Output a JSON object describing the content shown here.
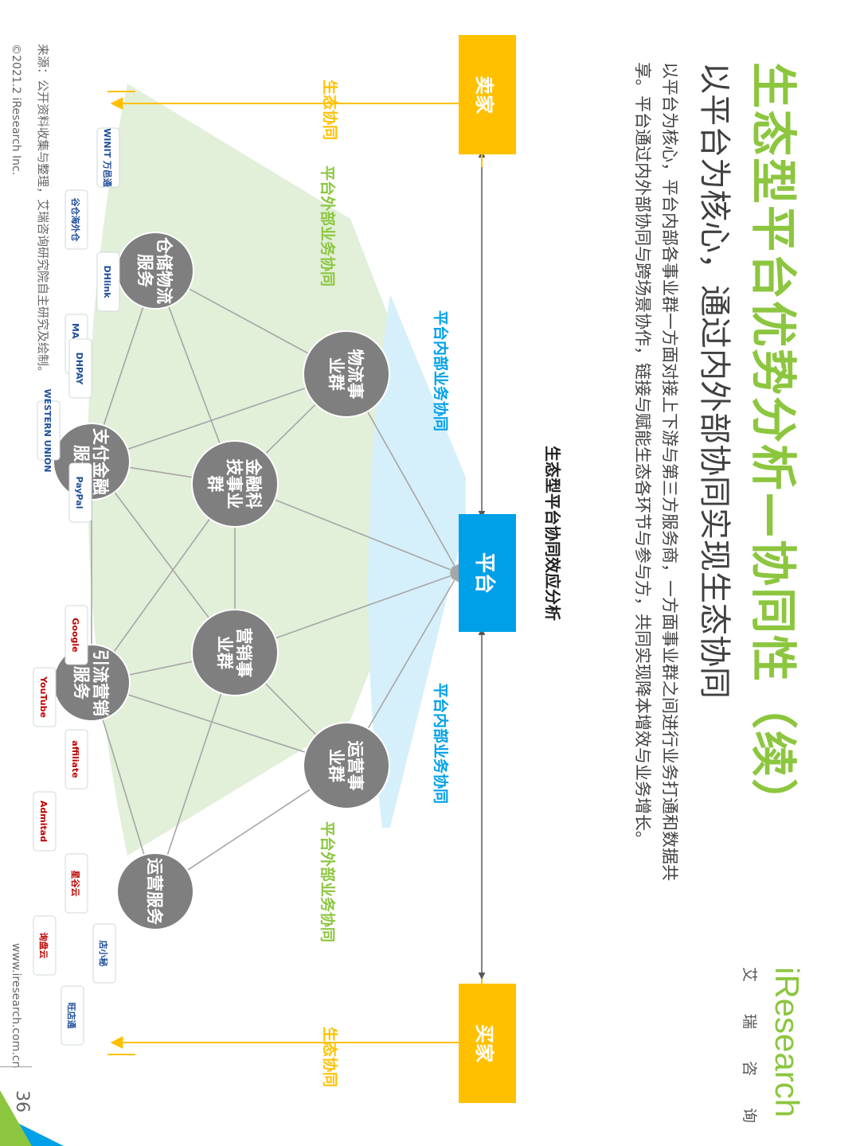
{
  "title": "生态型平台优势分析—协同性（续）",
  "subtitle": "以平台为核心，通过内外部协同实现生态协同",
  "body_text": "以平台为核心，平台内部各事业群一方面对接上下游与第三方服务商，一方面事业群之间进行业务打通和数据共享。平台通过内外部协同与跨场景协作，链接与赋能生态各环节与参与方，共同实现降本增效与业务增长。",
  "diagram_title": "生态型平台协同效应分析",
  "logo": {
    "en": "iResearch",
    "cn": "艾瑞咨询"
  },
  "nodes": {
    "seller": "卖家",
    "platform": "平台",
    "buyer": "买家"
  },
  "labels": {
    "eco_left": "生态协同",
    "eco_right": "生态协同",
    "external_left": "平台外部业务协同",
    "external_right": "平台外部业务协同",
    "internal_left": "平台内部业务协同",
    "internal_right": "平台内部业务协同"
  },
  "internal_groups": [
    "物流事业群",
    "金融科技事业群",
    "营销事业群",
    "运营事业群"
  ],
  "external_services": [
    "仓储物流服务",
    "支付金融服务",
    "引流营销服务",
    "运营服务"
  ],
  "partners": {
    "warehouse": [
      "WINIT 万邑通",
      "谷仓海外仓",
      "DHlink",
      "MAERSK"
    ],
    "payment": [
      "DHPAY",
      "WESTERN UNION",
      "PayPal"
    ],
    "marketing": [
      "Google",
      "YouTube",
      "affiliate",
      "Admitad",
      "星谷云",
      "询盘云"
    ],
    "operation": [
      "店小秘",
      "旺店通"
    ]
  },
  "colors": {
    "green": "#8cc63f",
    "blue": "#00a0e9",
    "orange": "#ffc000",
    "node_gray": "#7f7f7f",
    "light_green_fill": "#e2efd9",
    "light_blue_fill": "#d6f0fb"
  },
  "footer": {
    "source": "来源：公开资料收集与整理，艾瑞咨询研究院自主研究及绘制。",
    "copyright": "©2021.2 iResearch Inc.",
    "website": "www.iresearch.com.cn",
    "page": "36"
  }
}
